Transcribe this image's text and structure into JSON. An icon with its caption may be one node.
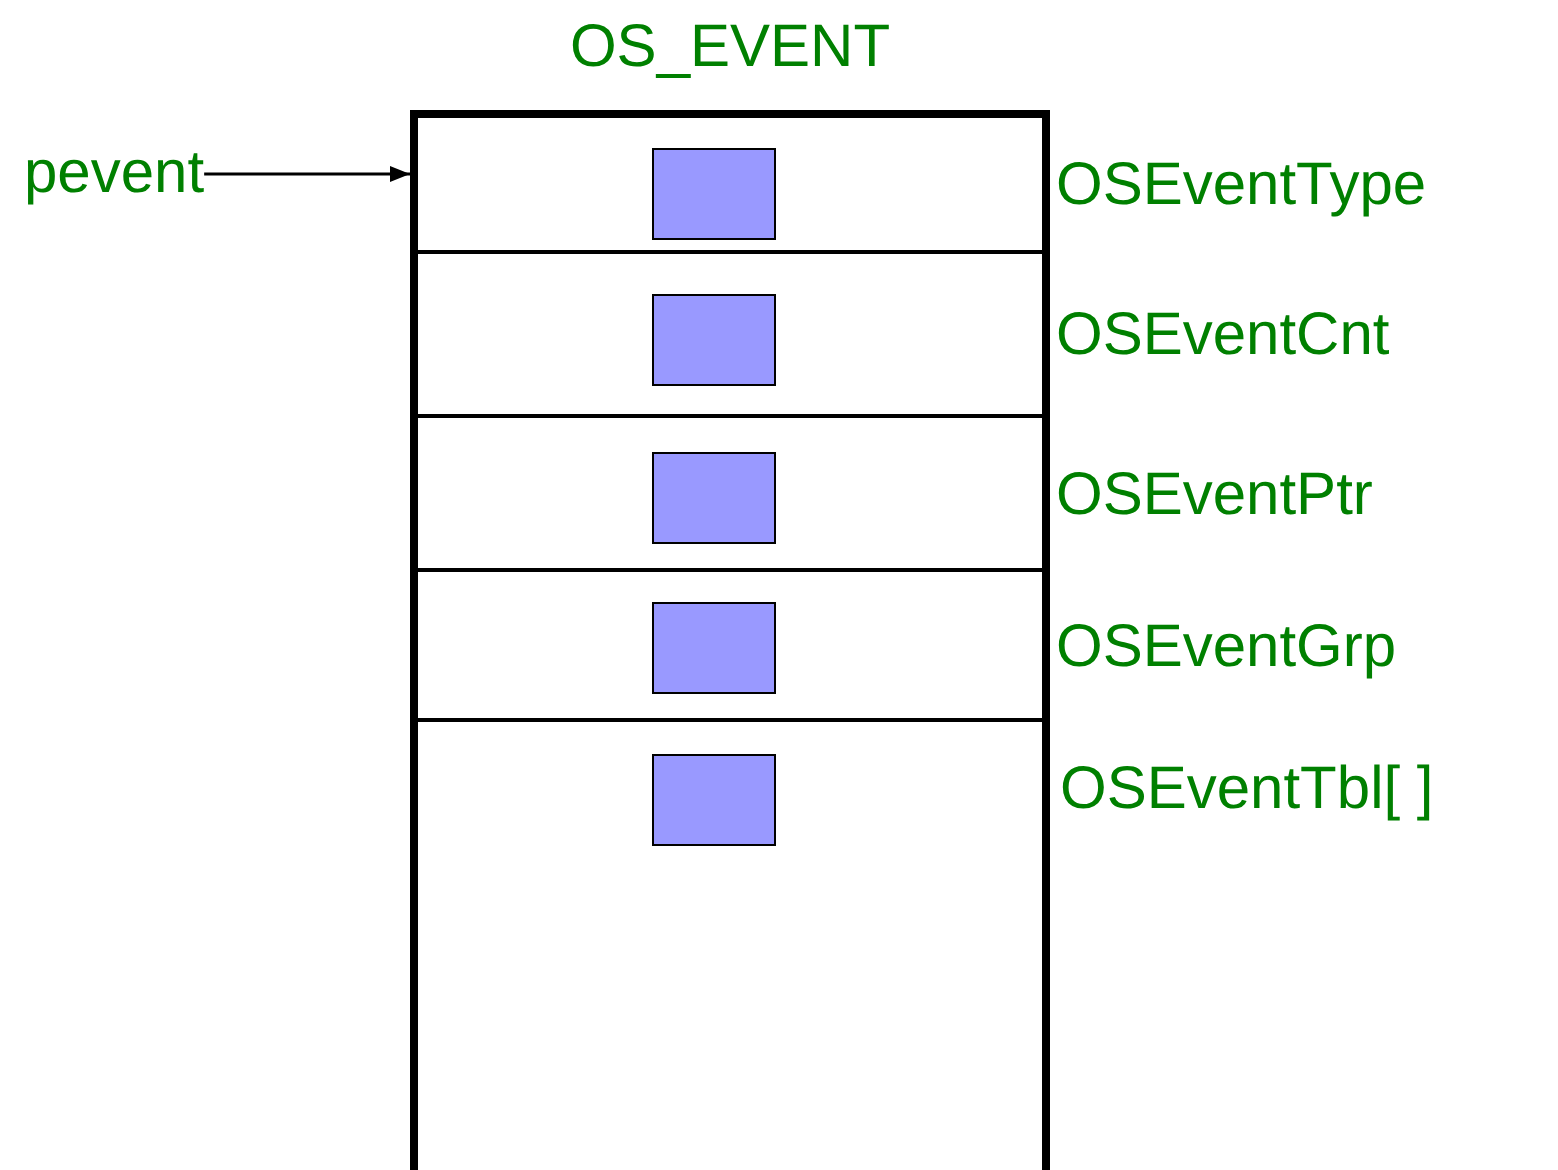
{
  "diagram": {
    "nodes": [
      {
        "text": [
          "OS_EVENT"
        ]
      },
      {
        "text": [
          "pevent"
        ]
      },
      {
        "text": [],
        "shape": "box",
        "in": 0,
        "beside": [
          "OSEventType"
        ]
      },
      {
        "text": [],
        "shape": "box",
        "in": 2
      },
      {
        "text": [],
        "shape": "box",
        "in": 0,
        "beside": [
          "OSEventCnt"
        ]
      },
      {
        "text": [],
        "shape": "box",
        "in": 4
      },
      {
        "text": [],
        "shape": "box",
        "in": 0,
        "beside": [
          "OSEventPtr"
        ]
      },
      {
        "text": [],
        "shape": "box",
        "in": 6
      },
      {
        "text": [],
        "shape": "box",
        "in": 0,
        "beside": [
          "OSEventGrp"
        ]
      },
      {
        "text": [],
        "shape": "box",
        "in": 8
      },
      {
        "text": [],
        "shape": "box",
        "in": 0
      },
      {
        "text": [],
        "shape": "box",
        "in": 10
      }
    ],
    "edges": [
      {
        "from": 1,
        "to": 2,
        "arrow": "to"
      }
    ],
    "labels": [
      "OSEventTbl[ ]"
    ]
  }
}
